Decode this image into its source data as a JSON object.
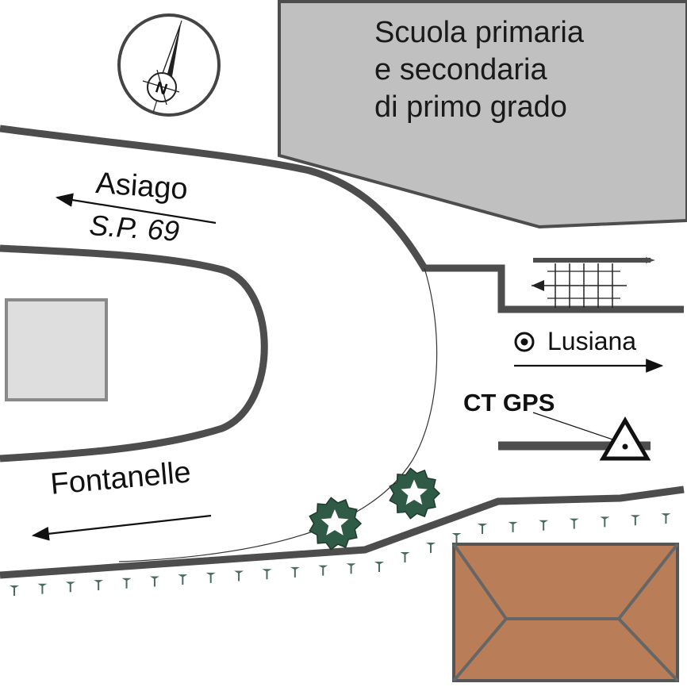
{
  "school": {
    "lines": [
      "Scuola primaria",
      "e secondaria",
      "di primo grado"
    ]
  },
  "roads": {
    "asiago_label": "Asiago",
    "sp_label": "S.P. 69",
    "fontanelle_label": "Fontanelle",
    "lusiana_label": "Lusiana"
  },
  "landmarks": {
    "ct_gps_label": "CT GPS"
  },
  "compass": {
    "north_letter": "N"
  },
  "colors": {
    "road": "#4d4d4d",
    "school_fill": "#c0c0c0",
    "plaza_fill": "#dedede",
    "roof_fill": "#b97e57",
    "tree_fill": "#2f5a46",
    "grass": "#4a6b62"
  }
}
